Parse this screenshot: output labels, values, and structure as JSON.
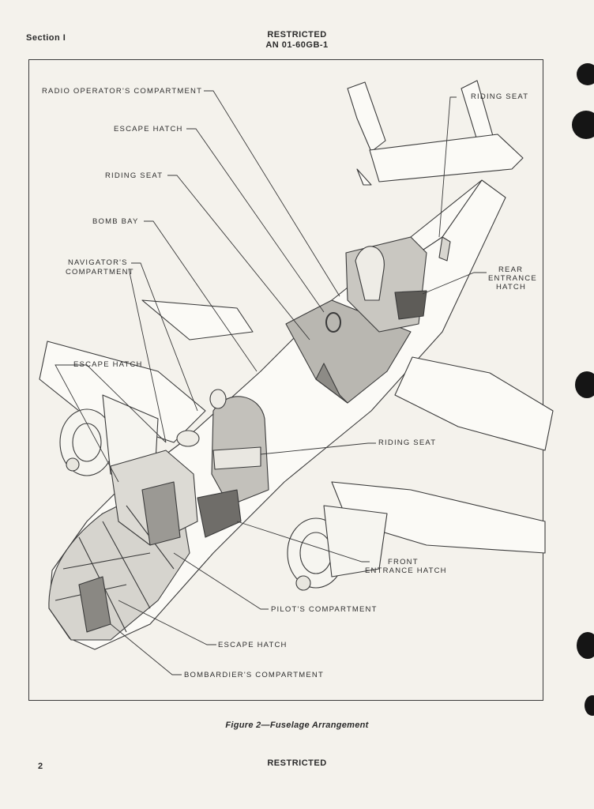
{
  "header": {
    "section": "Section I",
    "classification": "RESTRICTED",
    "doc_number": "AN 01-60GB-1"
  },
  "labels": {
    "radio_operators_compartment": "RADIO OPERATOR'S COMPARTMENT",
    "escape_hatch_top": "ESCAPE HATCH",
    "riding_seat_left": "RIDING SEAT",
    "bomb_bay": "BOMB BAY",
    "navigators_compartment_1": "NAVIGATOR'S",
    "navigators_compartment_2": "COMPARTMENT",
    "escape_hatch_left": "ESCAPE HATCH",
    "riding_seat_right_top": "RIDING SEAT",
    "rear_entrance_hatch_1": "REAR",
    "rear_entrance_hatch_2": "ENTRANCE",
    "rear_entrance_hatch_3": "HATCH",
    "riding_seat_middle": "RIDING SEAT",
    "front_entrance_hatch_1": "FRONT",
    "front_entrance_hatch_2": "ENTRANCE HATCH",
    "pilots_compartment": "PILOT'S COMPARTMENT",
    "escape_hatch_bottom": "ESCAPE HATCH",
    "bombardiers_compartment": "BOMBARDIER'S COMPARTMENT"
  },
  "caption": "Figure 2—Fuselage Arrangement",
  "footer": {
    "page_number": "2",
    "classification": "RESTRICTED"
  }
}
